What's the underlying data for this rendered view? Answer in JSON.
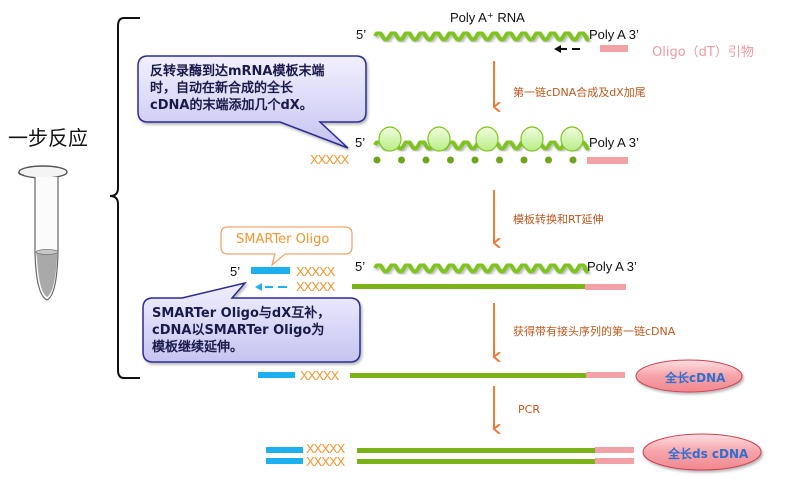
{
  "title": "一步反应",
  "tube": {
    "icon": "microcentrifuge-tube"
  },
  "colors": {
    "rna_green": "#7fc41c",
    "cdna_green": "#7ab317",
    "poly_a_pink": "#f2a2a6",
    "smarter_blue": "#1eb0ee",
    "dx_orange": "#f5962f",
    "arrow_orange": "#ef7a3a",
    "step_text": "#c0581e",
    "callout_fill": "#d5d3f6",
    "callout_border": "#2a2a9a",
    "oval_fill": "#f7a7ac",
    "oval_text": "#2e6fd0"
  },
  "row1": {
    "rna_title": "Poly A⁺ RNA",
    "five_prime": "5’",
    "three_prime": "Poly  A  3’",
    "primer_label": "Oligo（dT）引物"
  },
  "steps": [
    {
      "label": "第一链cDNA合成及dX加尾"
    },
    {
      "label": "模板转换和RT延伸"
    },
    {
      "label": "获得带有接头序列的第一链cDNA"
    },
    {
      "label": "PCR"
    }
  ],
  "row2": {
    "five_prime": "5’",
    "three_prime": "Poly  A  3’",
    "dx": "XXXXX"
  },
  "row3": {
    "smarter_label": "SMARTer Oligo",
    "five_prime_oligo": "5’",
    "dx_top": "XXXXX",
    "dx_bottom": "XXXXX",
    "five_prime_rna": "5’",
    "three_prime": "Poly  A  3’"
  },
  "row4": {
    "dx": "XXXXX",
    "product_label": "全长cDNA"
  },
  "row5": {
    "dx_top": "XXXXX",
    "dx_bottom": "XXXXX",
    "product_label": "全长ds  cDNA"
  },
  "callouts": {
    "top": [
      "反转录酶到达mRNA模板末端",
      "时，自动在新合成的全长",
      "cDNA的末端添加几个dX。"
    ],
    "bottom": [
      "SMARTer  Oligo与dX互补，",
      "cDNA以SMARTer  Oligo为",
      "模板继续延伸。"
    ]
  }
}
